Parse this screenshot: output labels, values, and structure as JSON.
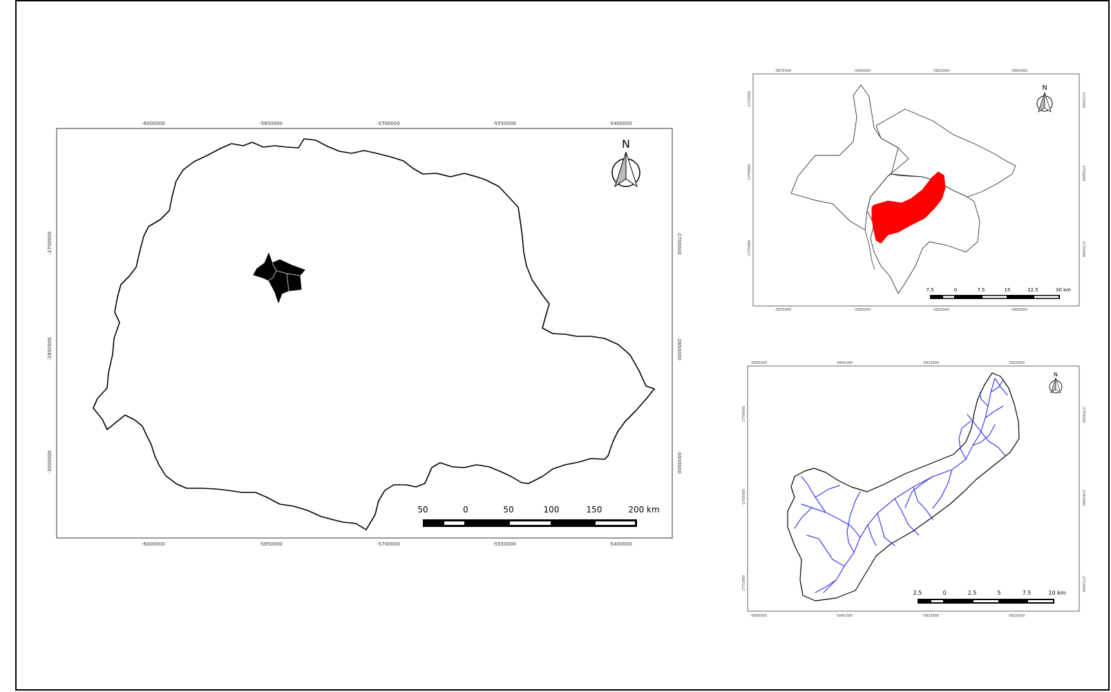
{
  "main_map": {
    "top_coords": [
      "-6000000",
      "-5850000",
      "-5700000",
      "-5550000",
      "-5400000"
    ],
    "bottom_coords": [
      "-6000000",
      "-5850000",
      "-5700000",
      "-5550000",
      "-5400000"
    ],
    "left_coords": [
      "-2700000",
      "-2850000",
      "-3000000"
    ],
    "right_coords": [
      "-2700000",
      "-2850000",
      "-3000000"
    ],
    "north_label": "N",
    "scale_labels": [
      "50",
      "0",
      "50",
      "100",
      "150",
      "200 km"
    ],
    "colors": {
      "outline": "#000000",
      "highlight": "#000000"
    }
  },
  "inset_municipalities": {
    "top_coords": [
      "-5875000",
      "-5850000",
      "-5825000",
      "-5800000"
    ],
    "bottom_coords": [
      "-5875000",
      "-5850000",
      "-5825000",
      "-5800000"
    ],
    "left_coords": [
      "-2725000",
      "-2750000",
      "-2775000"
    ],
    "right_coords": [
      "-2725000",
      "-2750000",
      "-2775000"
    ],
    "north_label": "N",
    "scale_labels": [
      "7.5",
      "0",
      "7.5",
      "15",
      "22.5",
      "30 km"
    ],
    "colors": {
      "outline": "#333333",
      "basin": "#ff0000"
    }
  },
  "inset_basin": {
    "top_coords": [
      "-5850000",
      "-5841000",
      "-5832000",
      "-5823000"
    ],
    "bottom_coords": [
      "-5850000",
      "-5841000",
      "-5832000",
      "-5823000"
    ],
    "left_coords": [
      "-2754000",
      "-2763000",
      "-2772000"
    ],
    "right_coords": [
      "-2754000",
      "-2763000",
      "-2772000"
    ],
    "north_label": "N",
    "scale_labels": [
      "2.5",
      "0",
      "2.5",
      "5",
      "7.5",
      "10 km"
    ],
    "colors": {
      "outline": "#000000",
      "rivers": "#3a3aee"
    }
  }
}
